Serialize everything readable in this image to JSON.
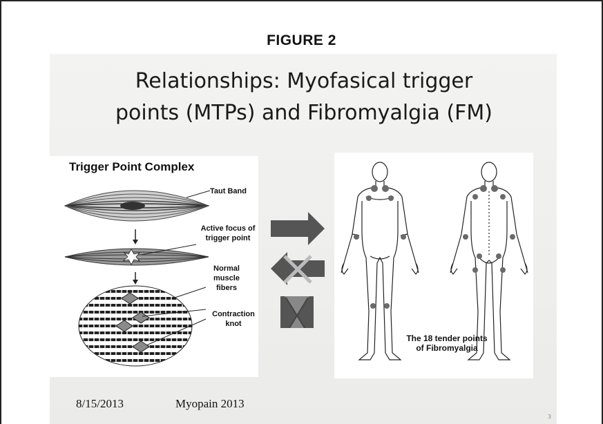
{
  "figure_label": "FIGURE 2",
  "title_line1": "Relationships: Myofasical trigger",
  "title_line2": "points (MTPs) and Fibromyalgia (FM)",
  "trigger_complex": {
    "heading": "Trigger Point Complex",
    "label_taut": "Taut Band",
    "label_active1": "Active focus of",
    "label_active2": "trigger point",
    "label_normal1": "Normal",
    "label_normal2": "muscle",
    "label_normal3": "fibers",
    "label_contraction1": "Contraction",
    "label_contraction2": "knot"
  },
  "body_map": {
    "caption1": "The 18 tender points",
    "caption2": "of Fibromyalgia"
  },
  "footer": {
    "date": "8/15/2013",
    "event": "Myopain 2013",
    "page": "3"
  },
  "colors": {
    "arrow": "#555555",
    "tender_point": "#6a6a6a"
  }
}
